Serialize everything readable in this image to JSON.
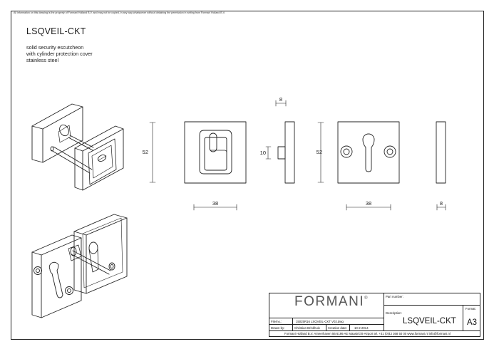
{
  "disclaimer": "All information on this drawing is the property of Formani Holland B.V. and may not be copied, in any way whatsoever without obtaining the permission in writing from Formani Holland B.V.",
  "title": "LSQVEIL-CKT",
  "description": [
    "solid security escutcheon",
    "with cylinder protection cover",
    "stainless steel"
  ],
  "dimensions": {
    "front_height": "52",
    "front_width": "38",
    "side_depth": "8",
    "pin_length": "10",
    "back_height": "52",
    "back_width": "38",
    "back_side_depth": "8"
  },
  "title_block": {
    "logo": "FORMANI",
    "logo_mark": "®",
    "part_number_label": "Part number:",
    "description_label": "Description:",
    "description_value": "LSQVEIL-CKT",
    "format_label": "Format:",
    "format_value": "A3",
    "file_label": "File/no.:",
    "file_value": "15025R16 LSQVEIL-CKT V02.dwg",
    "drawn_by_label": "Drawn by:",
    "drawn_by_value": "Christian Brinkhuis",
    "creation_date_label": "Creation date:",
    "creation_date_value": "10-2-2014",
    "address": "Formani Holland B.V.  Ameerhaven 56  6199 AE Maastricht-Airport  tel. +31 (0)43 368 50 00  www.formani.nl  info@formani.nl"
  }
}
